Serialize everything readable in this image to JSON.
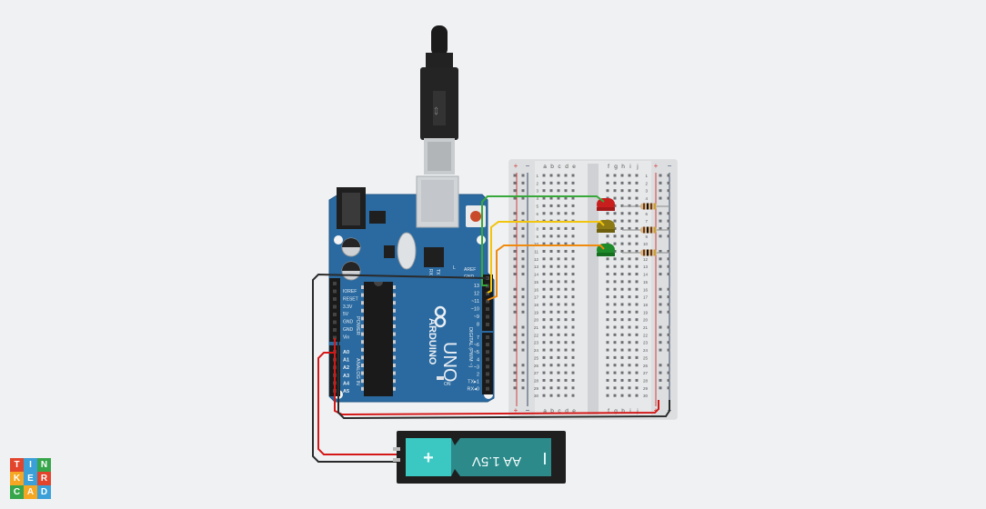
{
  "app": {
    "name": "TINKERCAD",
    "logo_letters": [
      "T",
      "I",
      "N",
      "K",
      "E",
      "R",
      "C",
      "A",
      "D"
    ],
    "logo_colors": [
      "#e2452c",
      "#3b9fd8",
      "#37a64a",
      "#f5a623",
      "#3b9fd8",
      "#e2452c",
      "#37a64a",
      "#f5a623",
      "#3b9fd8"
    ]
  },
  "breadboard": {
    "cols_left": [
      "a",
      "b",
      "c",
      "d",
      "e"
    ],
    "cols_right": [
      "f",
      "g",
      "h",
      "i",
      "j"
    ],
    "rail_plus": "+",
    "rail_minus": "−",
    "rows": [
      "1",
      "2",
      "3",
      "4",
      "5",
      "6",
      "7",
      "8",
      "9",
      "10",
      "11",
      "12",
      "13",
      "14",
      "15",
      "16",
      "17",
      "18",
      "19",
      "20",
      "21",
      "22",
      "23",
      "24",
      "25",
      "26",
      "27",
      "28",
      "29",
      "30"
    ]
  },
  "arduino": {
    "brand": "ARDUINO",
    "model": "UNO",
    "aref": "AREF",
    "gnd": "GND",
    "tx": "TX",
    "rx": "RX",
    "l": "L",
    "on": "ON",
    "digital_label": "DIGITAL (PWM ~)",
    "power_label": "POWER",
    "analog_label": "ANALOG IN",
    "digital_pins": [
      "13",
      "12",
      "~11",
      "~10",
      "~9",
      "8",
      "7",
      "~6",
      "~5",
      "4",
      "~3",
      "2",
      "TX▸1",
      "RX◂0"
    ],
    "power_pins": [
      "IOREF",
      "RESET",
      "3.3V",
      "5V",
      "GND",
      "GND",
      "Vin"
    ],
    "analog_pins": [
      "A0",
      "A1",
      "A2",
      "A3",
      "A4",
      "A5"
    ]
  },
  "battery": {
    "label": "AA 1.5V",
    "plus": "+",
    "minus": "|"
  },
  "colors": {
    "led_red": "#c81e1e",
    "led_yellow": "#8d7a14",
    "led_green": "#1e8c2a",
    "wire_green": "#37a93a",
    "wire_yellow": "#f2c40c",
    "wire_orange": "#ef8a0e",
    "wire_red": "#d41818",
    "wire_black": "#2a2a2a",
    "board_blue": "#2a6aa0"
  }
}
